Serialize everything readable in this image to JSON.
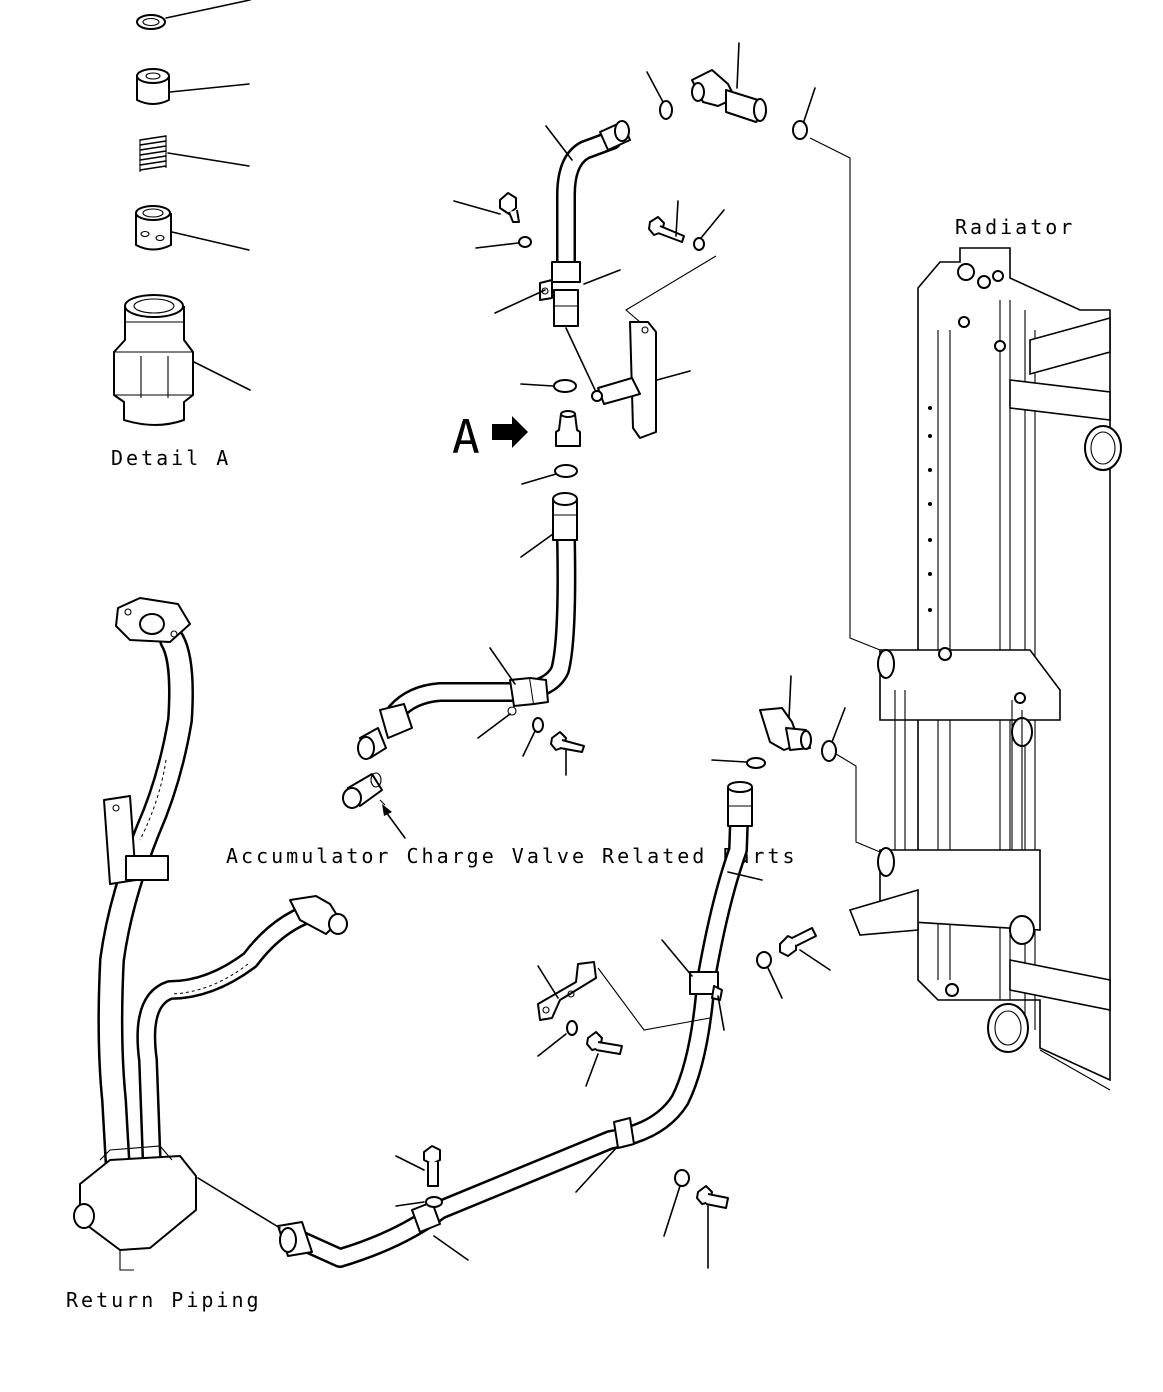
{
  "labels": {
    "detail_a": "Detail A",
    "arrow_a": "A",
    "radiator": "Radiator",
    "accumulator": "Accumulator Charge Valve Related Parts",
    "return_piping": "Return Piping"
  }
}
